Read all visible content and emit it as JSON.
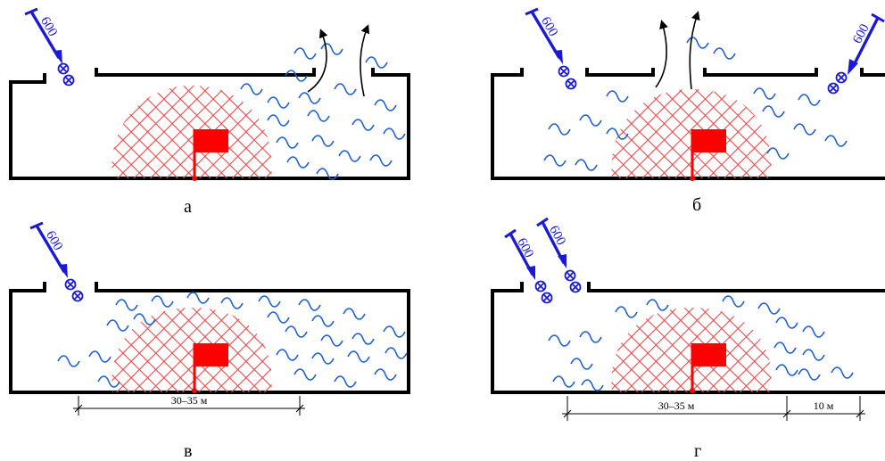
{
  "panels": {
    "a": {
      "caption": "а",
      "nozzles": [
        {
          "label": "600"
        }
      ]
    },
    "b": {
      "caption": "б",
      "nozzles": [
        {
          "label": "600"
        },
        {
          "label": "600"
        }
      ]
    },
    "v": {
      "caption": "в",
      "nozzles": [
        {
          "label": "600"
        }
      ],
      "dimension": "30–35 м"
    },
    "g": {
      "caption": "г",
      "nozzles": [
        {
          "label": "600"
        },
        {
          "label": "600"
        }
      ],
      "dimension": "30–35 м",
      "dimension2": "10 м"
    }
  },
  "colors": {
    "fire": "#ff0000",
    "hatch": "#e84a4a",
    "water": "#1a5fd1",
    "nozzle": "#1a1ad6",
    "walls": "#000000"
  }
}
